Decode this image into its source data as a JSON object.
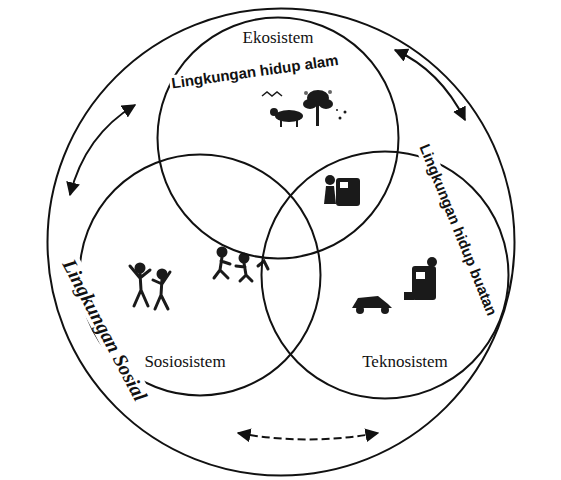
{
  "diagram": {
    "nodes": [
      {
        "text": [
          "Lingkungan hidup alam",
          "Lingkungan hidup buatan",
          "Lingkungan Sosial"
        ]
      },
      {
        "text": [
          "Ekosistem"
        ],
        "in": 0
      },
      {
        "text": [
          "Sosiosistem"
        ],
        "in": 0
      },
      {
        "text": [
          "Teknosistem"
        ],
        "in": 0
      }
    ]
  }
}
